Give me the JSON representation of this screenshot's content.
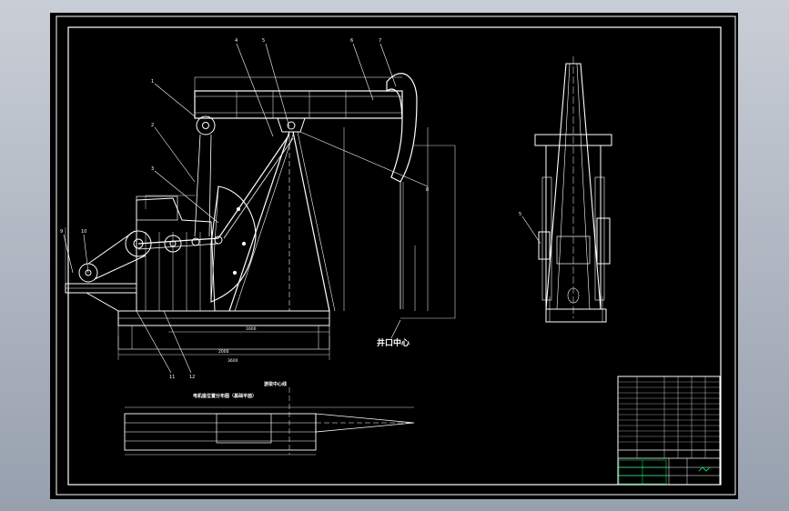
{
  "drawing": {
    "wellhead_label": "井口中心",
    "foundation_view_label": "电机座位置分布图（基础平面）",
    "center_line_label": "游梁中心线",
    "pumpjack_labels": [
      "1",
      "2",
      "3",
      "4",
      "5",
      "6",
      "7",
      "8",
      "9",
      "10",
      "11",
      "12"
    ],
    "dimension_labels": [
      "2000",
      "1600",
      "3600"
    ]
  },
  "colors": {
    "background": "#000000",
    "line": "#ffffff",
    "dim": "#d8d8d8",
    "accent": "#00ff66"
  }
}
